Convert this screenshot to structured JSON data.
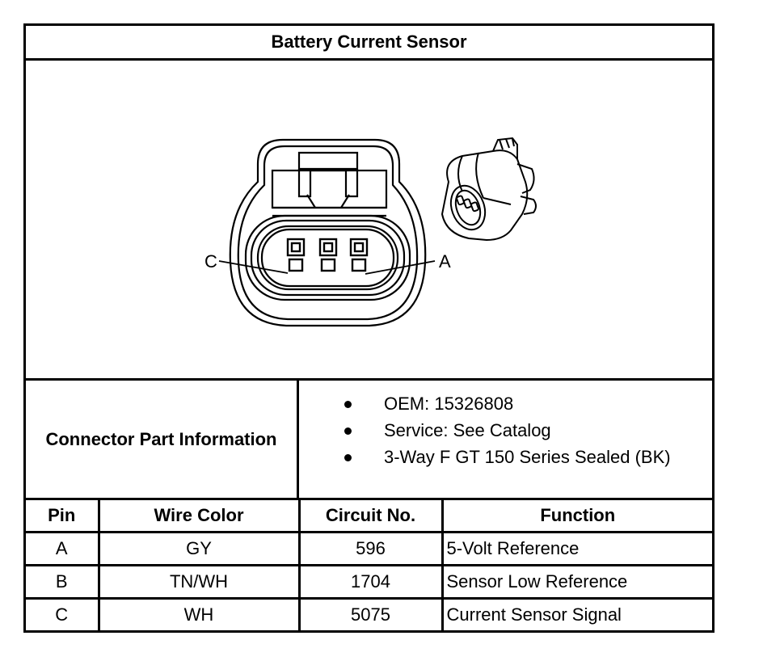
{
  "title": "Battery Current Sensor",
  "diagram": {
    "pin_label_left": "C",
    "pin_label_right": "A"
  },
  "connector_info": {
    "label": "Connector Part Information",
    "items": [
      "OEM: 15326808",
      "Service: See Catalog",
      "3-Way F GT 150 Series Sealed (BK)"
    ]
  },
  "pin_table": {
    "headers": [
      "Pin",
      "Wire Color",
      "Circuit No.",
      "Function"
    ],
    "rows": [
      [
        "A",
        "GY",
        "596",
        "5-Volt Reference"
      ],
      [
        "B",
        "TN/WH",
        "1704",
        "Sensor Low Reference"
      ],
      [
        "C",
        "WH",
        "5075",
        "Current Sensor Signal"
      ]
    ]
  }
}
